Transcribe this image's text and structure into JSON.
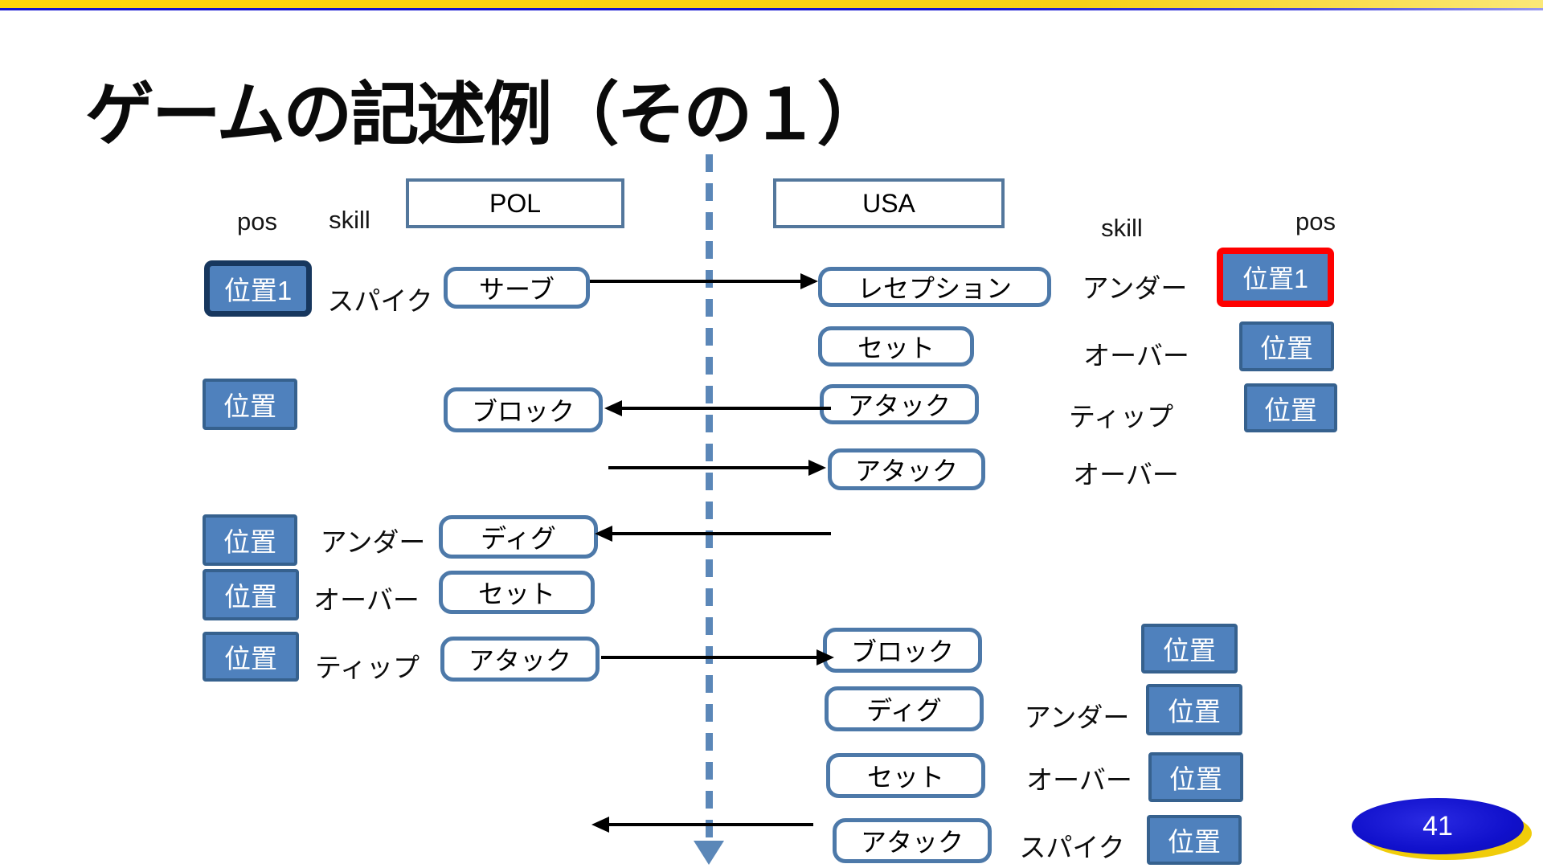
{
  "slide": {
    "title": "ゲームの記述例（その１）",
    "page_number": "41"
  },
  "headers": {
    "left": {
      "pos": "pos",
      "skill": "skill"
    },
    "right": {
      "skill": "skill",
      "pos": "pos"
    },
    "teams": {
      "left": "POL",
      "right": "USA"
    }
  },
  "left_side": {
    "rows": [
      {
        "pos": "位置1",
        "skill": "スパイク",
        "action": "サーブ"
      },
      {
        "pos": "位置",
        "skill": "",
        "action": "ブロック"
      },
      {
        "pos": "位置",
        "skill": "アンダー",
        "action": "ディグ"
      },
      {
        "pos": "位置",
        "skill": "オーバー",
        "action": "セット"
      },
      {
        "pos": "位置",
        "skill": "ティップ",
        "action": "アタック"
      }
    ]
  },
  "right_side": {
    "rows": [
      {
        "action": "レセプション",
        "skill": "アンダー",
        "pos": "位置1"
      },
      {
        "action": "セット",
        "skill": "オーバー",
        "pos": "位置"
      },
      {
        "action": "アタック",
        "skill": "ティップ",
        "pos": "位置"
      },
      {
        "action": "アタック",
        "skill": "オーバー",
        "pos": ""
      },
      {
        "action": "ブロック",
        "skill": "",
        "pos": "位置"
      },
      {
        "action": "ディグ",
        "skill": "アンダー",
        "pos": "位置"
      },
      {
        "action": "セット",
        "skill": "オーバー",
        "pos": "位置"
      },
      {
        "action": "アタック",
        "skill": "スパイク",
        "pos": "位置"
      }
    ]
  },
  "arrows": [
    {
      "from": "サーブ(POL)",
      "to": "レセプション(USA)",
      "direction": "right"
    },
    {
      "from": "アタック(USA)",
      "to": "ブロック(POL)",
      "direction": "left"
    },
    {
      "from": "POL側",
      "to": "アタック(USA)",
      "direction": "right"
    },
    {
      "from": "USA側",
      "to": "ディグ(POL)",
      "direction": "left"
    },
    {
      "from": "アタック(POL)",
      "to": "ブロック(USA)",
      "direction": "right"
    },
    {
      "from": "アタック(USA)",
      "to": "POL側",
      "direction": "left"
    }
  ],
  "colors": {
    "steel_blue_fill": "#4f81bd",
    "pos_border": "#36618e",
    "navy_border": "#17375e",
    "red_border": "#fe0000",
    "action_border": "#4d79a9",
    "team_border": "#53779c",
    "dashed_line": "#5b87b8",
    "bar_blue": "#1414d2",
    "bar_yellow": "#ffd60a",
    "page_ellipse_blue": "#1111cc",
    "page_ellipse_yellow": "#f0cc0a"
  }
}
